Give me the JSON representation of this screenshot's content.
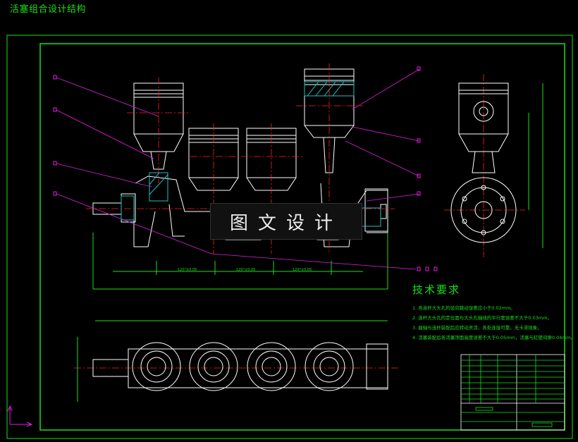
{
  "title": "活塞组合设计结构",
  "watermark": "图文设计",
  "tech_requirements": {
    "heading": "技术要求",
    "items": [
      "1. 各连杆大头孔的径向跳动误差应小于0.02mm。",
      "2. 连杆大头孔的定位面与大头孔轴线的平行度误差不大于0.03mm。",
      "3. 曲轴与连杆装配后应转动灵活，各处连接可靠，无卡滞现象。",
      "4. 活塞装配后各活塞顶面高度误差不大于0.05mm，活塞与缸壁间隙0.04mm。"
    ]
  },
  "dimension_labels": [
    "120°±0.05",
    "120°±0.05",
    "120°±0.05"
  ],
  "colors": {
    "background": "#000000",
    "border": "#18e018",
    "geometry": "#ffffff",
    "centerline": "#ff2020",
    "leader": "#e020e0",
    "hatch": "#20c0c0",
    "dimension": "#18e018"
  }
}
